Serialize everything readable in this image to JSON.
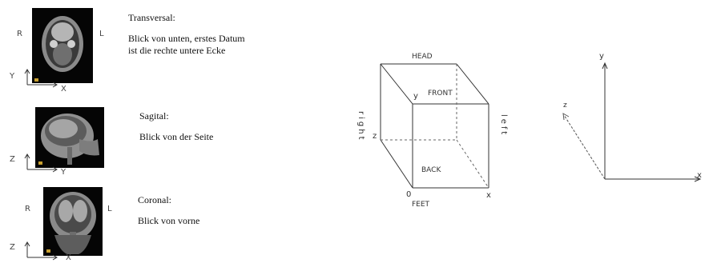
{
  "views": [
    {
      "title": "Transversal:",
      "description": [
        "Blick von unten, erstes Datum",
        "ist die rechte untere Ecke"
      ],
      "side_left": "R",
      "side_right": "L",
      "axis_v": "Y",
      "axis_h": "X"
    },
    {
      "title": "Sagital:",
      "description": [
        "Blick von der Seite"
      ],
      "axis_v": "Z",
      "axis_h": "Y"
    },
    {
      "title": "Coronal:",
      "description": [
        "Blick von vorne"
      ],
      "side_left": "R",
      "side_right": "L",
      "axis_v": "Z",
      "axis_h": "X"
    }
  ],
  "cube": {
    "head": "HEAD",
    "front": "FRONT",
    "back": "BACK",
    "feet": "FEET",
    "right": "right",
    "left": "left",
    "x": "x",
    "y": "y",
    "z": "z",
    "origin": "0"
  },
  "axes": {
    "x": "x",
    "y": "y",
    "z": "z"
  }
}
